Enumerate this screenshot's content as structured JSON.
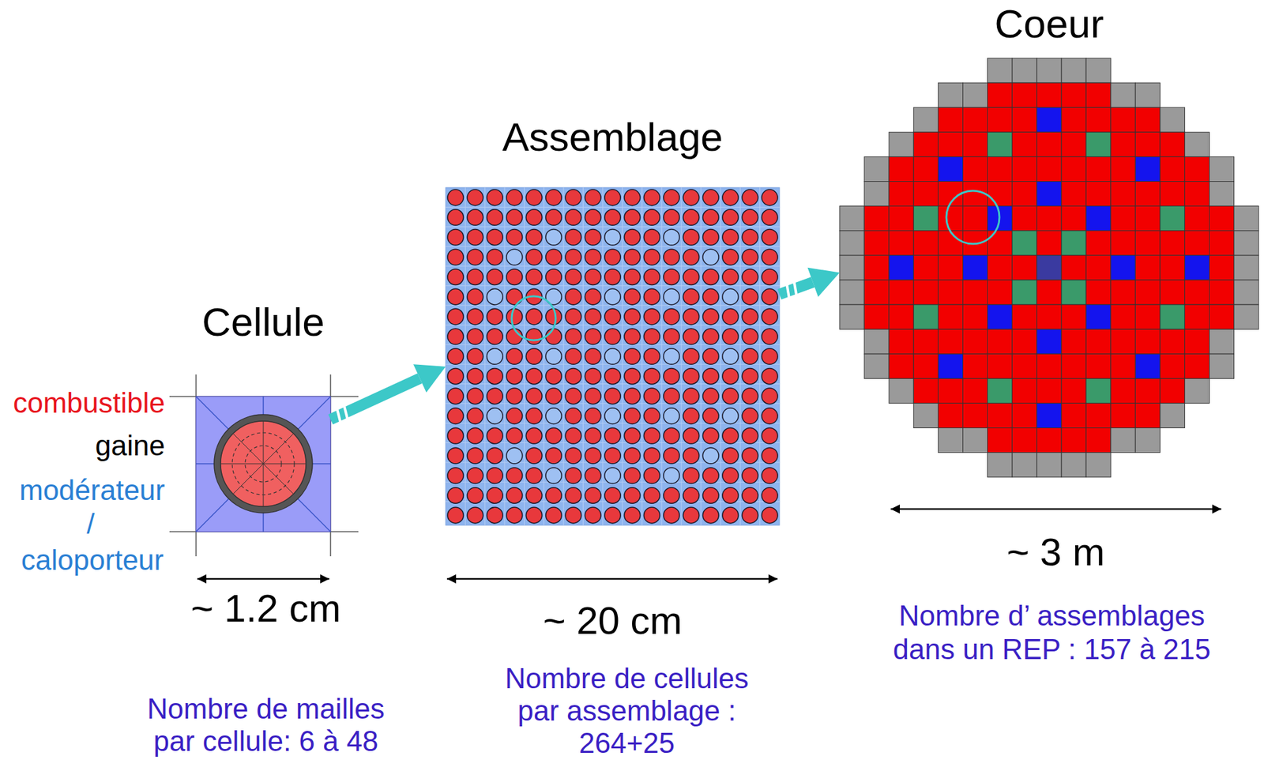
{
  "diagram": {
    "nodes": [
      {
        "text": [
          "Cellule"
        ]
      },
      {
        "text": [
          "Assemblage"
        ]
      },
      {
        "text": [
          "Coeur"
        ]
      }
    ],
    "edges": [
      {
        "from": 0,
        "to": 1,
        "arrow": "to"
      },
      {
        "from": 1,
        "to": 2,
        "arrow": "to"
      }
    ],
    "labels": [
      "combustible",
      "gaine",
      "modérateur",
      "/",
      "caloporteur",
      "~ 1.2 cm",
      "~ 20 cm",
      "~ 3 m",
      "Nombre de mailles par cellule: 6 à 48",
      "Nombre de cellules par assemblage : 264+25",
      "Nombre d’ assemblages dans un REP : 157 à 215"
    ]
  }
}
